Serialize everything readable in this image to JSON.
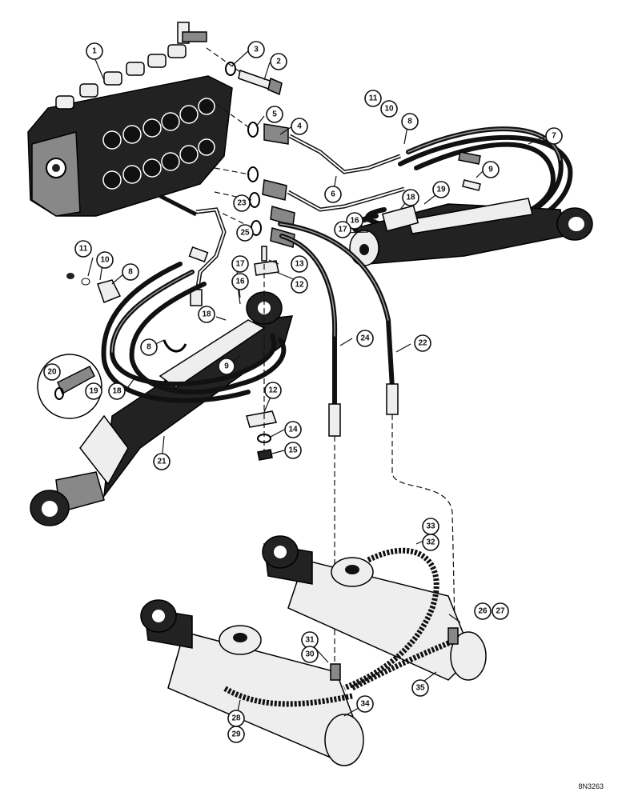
{
  "figure_code": "8N3263",
  "callouts": [
    {
      "id": "c1",
      "label": "1"
    },
    {
      "id": "c2",
      "label": "2"
    },
    {
      "id": "c3",
      "label": "3"
    },
    {
      "id": "c4",
      "label": "4"
    },
    {
      "id": "c5",
      "label": "5"
    },
    {
      "id": "c6",
      "label": "6"
    },
    {
      "id": "c7",
      "label": "7"
    },
    {
      "id": "c8a",
      "label": "8"
    },
    {
      "id": "c9a",
      "label": "9"
    },
    {
      "id": "c10a",
      "label": "10"
    },
    {
      "id": "c11a",
      "label": "11"
    },
    {
      "id": "c13",
      "label": "13"
    },
    {
      "id": "c12a",
      "label": "12"
    },
    {
      "id": "c16a",
      "label": "16"
    },
    {
      "id": "c17a",
      "label": "17"
    },
    {
      "id": "c18a",
      "label": "18"
    },
    {
      "id": "c19a",
      "label": "19"
    },
    {
      "id": "c23",
      "label": "23"
    },
    {
      "id": "c25",
      "label": "25"
    },
    {
      "id": "c11b",
      "label": "11"
    },
    {
      "id": "c10b",
      "label": "10"
    },
    {
      "id": "c8b",
      "label": "8"
    },
    {
      "id": "c17b",
      "label": "17"
    },
    {
      "id": "c16b",
      "label": "16"
    },
    {
      "id": "c18b",
      "label": "18"
    },
    {
      "id": "c8c",
      "label": "8"
    },
    {
      "id": "c9b",
      "label": "9"
    },
    {
      "id": "c20",
      "label": "20"
    },
    {
      "id": "c19b",
      "label": "19"
    },
    {
      "id": "c18c",
      "label": "18"
    },
    {
      "id": "c21",
      "label": "21"
    },
    {
      "id": "c12b",
      "label": "12"
    },
    {
      "id": "c14",
      "label": "14"
    },
    {
      "id": "c15",
      "label": "15"
    },
    {
      "id": "c24",
      "label": "24"
    },
    {
      "id": "c22",
      "label": "22"
    },
    {
      "id": "c33",
      "label": "33"
    },
    {
      "id": "c32",
      "label": "32"
    },
    {
      "id": "c26",
      "label": "26"
    },
    {
      "id": "c27",
      "label": "27"
    },
    {
      "id": "c31",
      "label": "31"
    },
    {
      "id": "c30",
      "label": "30"
    },
    {
      "id": "c35",
      "label": "35"
    },
    {
      "id": "c34",
      "label": "34"
    },
    {
      "id": "c28",
      "label": "28"
    },
    {
      "id": "c29",
      "label": "29"
    }
  ]
}
